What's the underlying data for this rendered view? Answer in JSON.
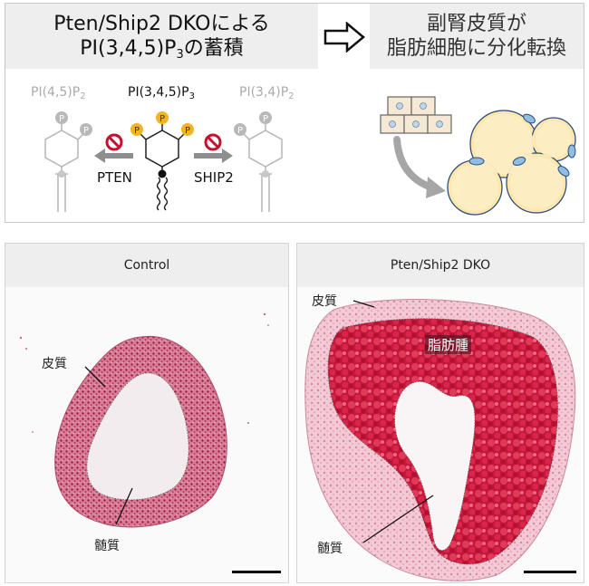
{
  "top": {
    "title_left_line1": "Pten/Ship2 DKOによる",
    "title_left_line2_pre": "PI(3,4,5)P",
    "title_left_line2_sub": "3",
    "title_left_line2_post": "の蓄積",
    "title_right_line1": "副腎皮質が",
    "title_right_line2": "脂肪細胞に分化転換",
    "lipids": {
      "left_pre": "PI(4,5)P",
      "left_sub": "2",
      "center_pre": "PI(3,4,5)P",
      "center_sub": "3",
      "right_pre": "PI(3,4)P",
      "right_sub": "2"
    },
    "phosphate_label": "P",
    "enzymes": {
      "left": "PTEN",
      "right": "SHIP2"
    },
    "colors": {
      "phosphate_active": "#f5b324",
      "phosphate_inactive": "#b9b9b9",
      "inhibit": "#c8102e"
    }
  },
  "panels": {
    "control": {
      "header": "Control",
      "cortex_label": "皮質",
      "medulla_label": "髄質"
    },
    "dko": {
      "header": "Pten/Ship2 DKO",
      "cortex_label": "皮質",
      "tumor_label": "脂肪腫",
      "medulla_label": "髄質"
    },
    "colors": {
      "stain": "#c22a4e",
      "tumor": "#d81b3c"
    }
  }
}
